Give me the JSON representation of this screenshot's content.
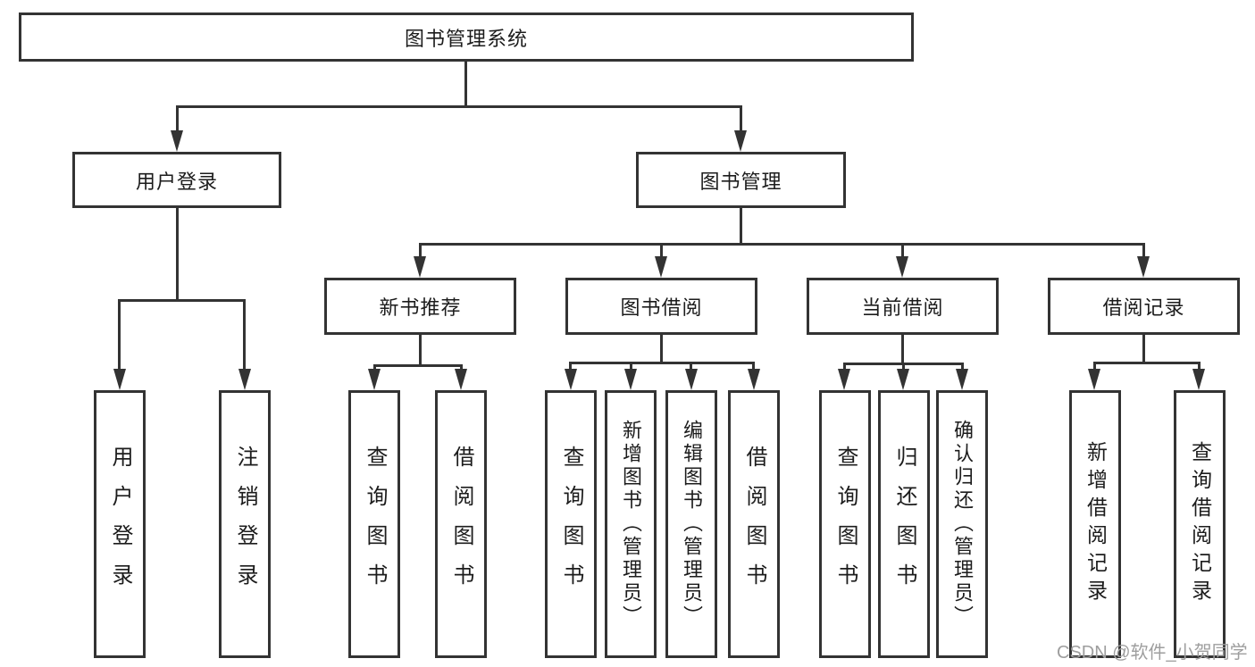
{
  "diagram": {
    "title": "图书管理系统",
    "watermark": {
      "text": "CSDN @软件_小贺同学"
    },
    "colors": {
      "line": "#333333",
      "box_border": "#333333",
      "text": "#1c1c1c",
      "background": "#ffffff",
      "watermark": "#9e9e9e"
    },
    "nodes": {
      "root": {
        "label": "图书管理系统"
      },
      "user_login": {
        "label": "用户登录"
      },
      "book_mgmt": {
        "label": "图书管理"
      },
      "new_book": {
        "label": "新书推荐"
      },
      "book_borrow": {
        "label": "图书借阅"
      },
      "current_borrow": {
        "label": "当前借阅"
      },
      "borrow_record": {
        "label": "借阅记录"
      },
      "leaf_user_login": {
        "label": "用户登录"
      },
      "leaf_logout": {
        "label": "注销登录"
      },
      "leaf_nb_query": {
        "label": "查询图书"
      },
      "leaf_nb_borrow": {
        "label": "借阅图书"
      },
      "leaf_bb_query": {
        "label": "查询图书"
      },
      "leaf_bb_add": {
        "label": "新增图书（管理员）"
      },
      "leaf_bb_edit": {
        "label": "编辑图书（管理员）"
      },
      "leaf_bb_borrow": {
        "label": "借阅图书"
      },
      "leaf_cb_query": {
        "label": "查询图书"
      },
      "leaf_cb_return": {
        "label": "归还图书"
      },
      "leaf_cb_confirm": {
        "label": "确认归还（管理员）"
      },
      "leaf_br_add": {
        "label": "新增借阅记录"
      },
      "leaf_br_query": {
        "label": "查询借阅记录"
      }
    },
    "hierarchy": {
      "图书管理系统": {
        "用户登录": [
          "用户登录",
          "注销登录"
        ],
        "图书管理": {
          "新书推荐": [
            "查询图书",
            "借阅图书"
          ],
          "图书借阅": [
            "查询图书",
            "新增图书（管理员）",
            "编辑图书（管理员）",
            "借阅图书"
          ],
          "当前借阅": [
            "查询图书",
            "归还图书",
            "确认归还（管理员）"
          ],
          "借阅记录": [
            "新增借阅记录",
            "查询借阅记录"
          ]
        }
      }
    }
  }
}
